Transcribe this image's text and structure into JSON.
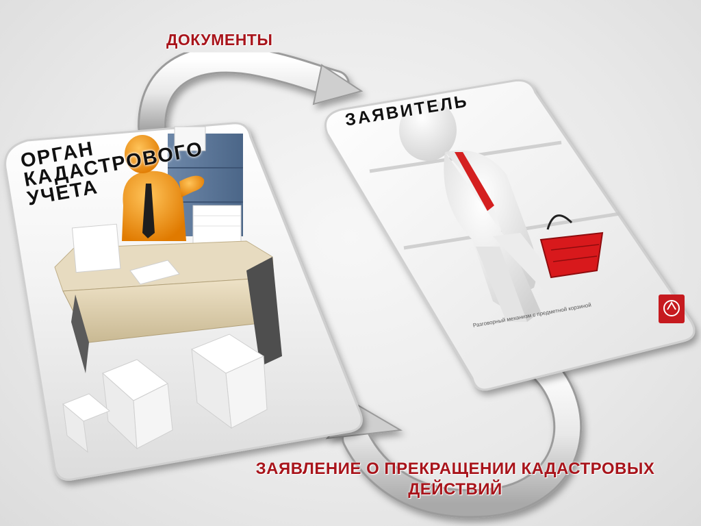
{
  "labels": {
    "documents": "ДОКУМЕНТЫ",
    "statement": "ЗАЯВЛЕНИЕ О ПРЕКРАЩЕНИИ КАДАСТРОВЫХ ДЕЙСТВИЙ"
  },
  "cards": {
    "agency": {
      "title": "ОРГАН КАДАСТРОВОГО УЧЕТА",
      "icon": "office-worker-with-papers"
    },
    "applicant": {
      "title": "ЗАЯВИТЕЛЬ",
      "icon": "figure-with-shopping-basket",
      "caption": "Разговорный механизм с предметной корзиной"
    }
  },
  "colors": {
    "label_red": "#a8141b",
    "tie_red": "#d42020",
    "basket_red": "#d8191c",
    "figure_orange": "#f08a10"
  }
}
